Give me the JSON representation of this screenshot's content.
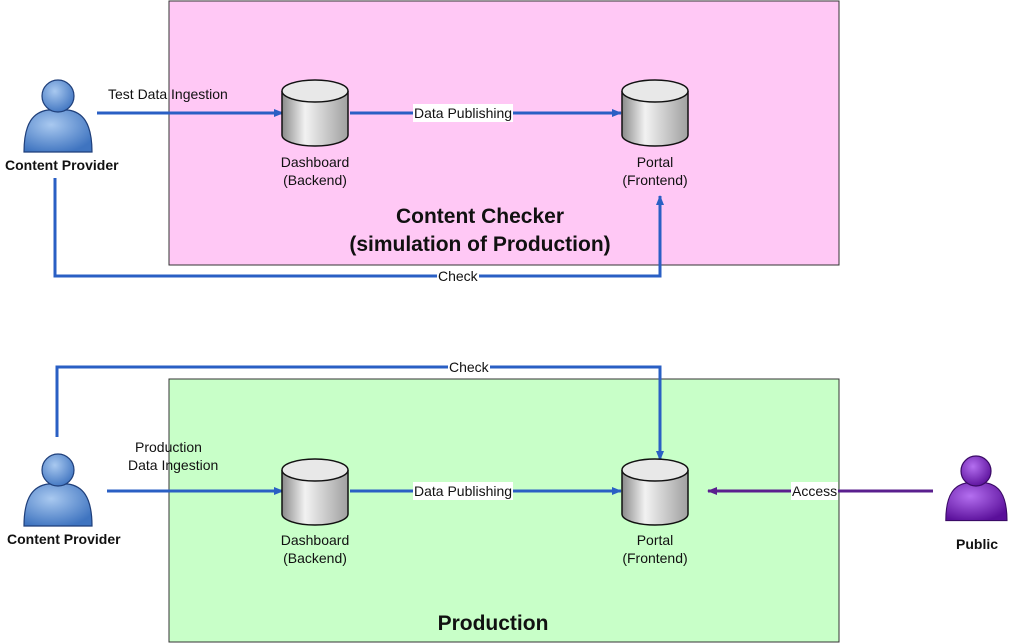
{
  "colors": {
    "checker_bg": "#ffc8f5",
    "production_bg": "#c8ffc8",
    "flow_line": "#2a5fc4",
    "access_line": "#5a1f8e",
    "provider_person": "#5b8fd4",
    "public_person": "#7a1fc0"
  },
  "checker": {
    "title_line1": "Content Checker",
    "title_line2": "(simulation of Production)",
    "provider_name": "Content Provider",
    "ingest_label": "Test Data Ingestion",
    "publish_label": "Data Publishing",
    "check_label": "Check",
    "dashboard_line1": "Dashboard",
    "dashboard_line2": "(Backend)",
    "portal_line1": "Portal",
    "portal_line2": "(Frontend)"
  },
  "production": {
    "title": "Production",
    "provider_name": "Content Provider",
    "ingest_line1": "Production",
    "ingest_line2": "Data Ingestion",
    "publish_label": "Data Publishing",
    "check_label": "Check",
    "access_label": "Access",
    "public_name": "Public",
    "dashboard_line1": "Dashboard",
    "dashboard_line2": "(Backend)",
    "portal_line1": "Portal",
    "portal_line2": "(Frontend)"
  }
}
